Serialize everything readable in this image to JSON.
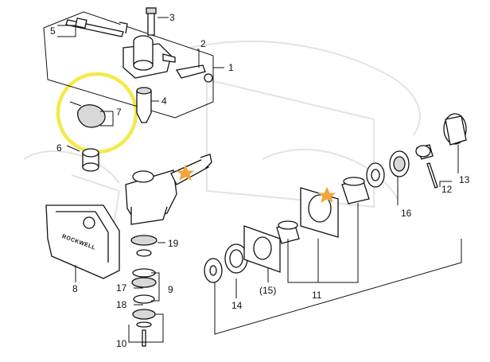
{
  "diagram": {
    "callouts": [
      "1",
      "2",
      "3",
      "4",
      "5",
      "6",
      "7",
      "8",
      "9",
      "10",
      "11",
      "12",
      "13",
      "14",
      "(15)",
      "16",
      "17",
      "18",
      "19"
    ],
    "bracket_text": "ROCKWELL",
    "colors": {
      "highlight_circle": "#f4e94a",
      "star": "#f0a63c",
      "line": "#111111",
      "watermark": "#e3e3e3"
    },
    "icons": [
      "highlight-circle",
      "star-icon"
    ]
  }
}
